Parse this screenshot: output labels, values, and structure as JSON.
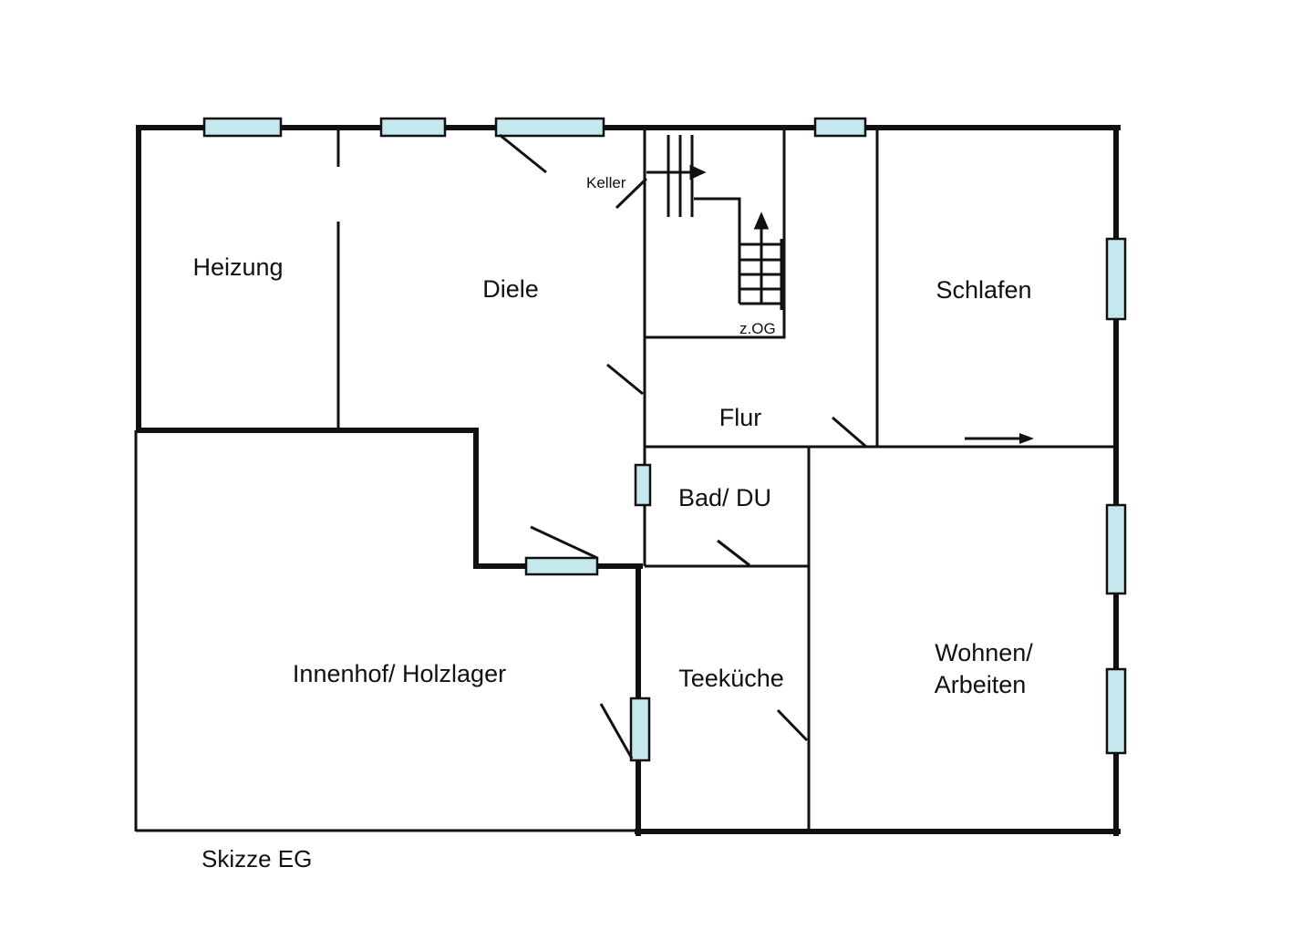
{
  "colors": {
    "wall": "#111111",
    "window_fill": "#c4e8ee",
    "background": "#ffffff"
  },
  "rooms": {
    "heizung": "Heizung",
    "diele": "Diele",
    "schlafen": "Schlafen",
    "flur": "Flur",
    "bad": "Bad/ DU",
    "innenhof": "Innenhof/ Holzlager",
    "teekueche": "Teeküche",
    "wohnen_line1": "Wohnen/",
    "wohnen_line2": "Arbeiten"
  },
  "stair_labels": {
    "keller": "Keller",
    "og": "z.OG"
  },
  "caption": "Skizze EG"
}
